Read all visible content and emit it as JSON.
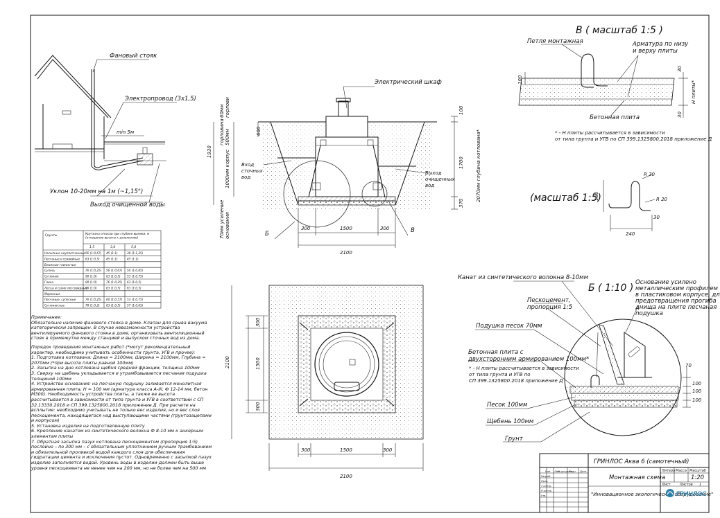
{
  "left_view": {
    "fan_riser": "Фановый стояк",
    "power_cable": "Электропровод (3х1,5)",
    "min_distance": "min 5м",
    "slope": "Уклон 10-20мм на 1м (~1,15°)",
    "outlet": "Выход очищенной воды"
  },
  "section": {
    "cabinet": "Электрический шкаф",
    "inlet": [
      "Вход",
      "сточных",
      "вод"
    ],
    "outlet": [
      "Выход",
      "очищенных",
      "вод"
    ],
    "throat_label": [
      "60мм",
      "горлови"
    ],
    "neck_label": [
      "горловина",
      "500мм"
    ],
    "body_label": "1000мм корпус",
    "depth_label": "2070мм глубина котлована*",
    "base_label": [
      "70мм усиление",
      "основания"
    ],
    "dim_1930": "1930",
    "dim_600": "600",
    "dim_100": "100",
    "dim_1700": "1700",
    "dim_370": "370",
    "dim_300a": "300",
    "dim_1500": "1500",
    "dim_300b": "300",
    "dim_2100": "2100",
    "callout_b": "Б",
    "callout_v": "В"
  },
  "detail_v": {
    "title": "В ( масштаб 1:5 )",
    "loop": "Петля монтажная",
    "rebar": [
      "Арматура по низу",
      "и верху плиты"
    ],
    "slab": "Бетонная плита",
    "dim_100": "100",
    "dim_30a": "30",
    "dim_30b": "30",
    "h_label": "H плиты*",
    "footnote": [
      "* - H плиты рассчитывается в зависимости",
      "от типа грунта и УГВ по СП 399.1325800.2018 приложение Д"
    ]
  },
  "loop_detail": {
    "title": "(масштаб 1:5)",
    "r30": "R 30",
    "r20": "R 20",
    "dim_180": "180",
    "dim_30": "30",
    "dim_240": "240"
  },
  "table": {
    "headers": [
      "Грунты",
      "Крутизна откосов при глубине выемки, м (отношение высоты к заложению)"
    ],
    "subheaders": [
      "1,5",
      "3,0",
      "5,0"
    ],
    "rows": [
      [
        "Насыпные неуплотненные",
        "56 (1:0,67)",
        "45 (1:1)",
        "38 (1:1,25)"
      ],
      [
        "Песчаные и гравийные",
        "63 (1:0,5)",
        "45 (1:1)",
        "45 (1:1)"
      ],
      [
        "Влажные глинистые",
        "",
        "",
        ""
      ],
      [
        "Супесь",
        "76 (1:0,25)",
        "56 (1:0,67)",
        "50 (1:0,85)"
      ],
      [
        "Суглинок",
        "90 (1:0)",
        "63 (1:0,5)",
        "53 (1:0,75)"
      ],
      [
        "Глина",
        "90 (1:0)",
        "76 (1:0,25)",
        "63 (1:0,5)"
      ],
      [
        "Лессы и сухие лессовидные",
        "90 (1:0)",
        "63 (1:0,5)",
        "63 (1:0,5)"
      ],
      [
        "Моренные",
        "",
        "",
        ""
      ],
      [
        "Песчаные, супесные",
        "76 (1:0,25)",
        "60 (1:0,57)",
        "53 (1:0,75)"
      ],
      [
        "Суглинистые",
        "78 (1:0,2)",
        "63 (1:0,5)",
        "57 (1:0,65)"
      ]
    ]
  },
  "notes": {
    "heading": "Примечание:",
    "intro": "Обязательно наличие фанового стояка в доме. Клапан для срыва вакуума категорически запрещен. В случае невозможности устройства вентилируемого фанового стояка в доме, организовать вентиляционный стояк в примежутке между станцией и выпуском сточных вод из дома.",
    "order": "Порядок проведения монтажных работ (*могут рекомендательный характер, необходимо учитывать особенности грунта, УГВ и прочее):",
    "items": [
      "1. Подготовка котлована: Длина = 2100мм, Ширина = 2100мм, Глубина = 2070мм (*при высоте плиты равной 100мм)",
      "2. Засыпка на дно котлована щебня средней фракции, толщина 100мм",
      "3. Сверху на щебень укладывается и утрамбовывается песчаная подушка толщиной 100мм",
      "4. Устройство основания: на песчаную подушку заливается монолитная армированная плита, Н = 100 мм (арматура класса А-III, Ф 12-14 мм, бетон М300). Необходимость устройства плиты, а также ее высота рассчитывается в зависимости от типа грунта и УГВ в соответствии с СП 32.13330.2018 и СП 399.1325800.2018 приложение Д. При расчете на всплытие: необходимо учитывать не только вес изделия, но и вес слоя пескоцемента, находящегося над выступающими частями (грунтозацепами и корпусом)",
      "5. Установка изделия на подготовленную плиту",
      "6. Крепление канатом из синтетического волокна Ф 8-10 мм к анкерным элементам плиты",
      "7. Обратная засыпка пазух котлована пескоцементом (пропорция 1:5) послойно – по 300 мм – с обязательным уплотнением ручным трамбованием и обязательной проливкой водой каждого слоя для обеспечения гидратации цемента и исключения пустот. Одновременно с засыпкой пазух изделие заполняется водой. Уровень воды в изделии должен быть выше уровня пескоцемента не менее чем на 200 мм, но не более чем на 500 мм"
    ]
  },
  "plan": {
    "dim_300a": "300",
    "dim_1500v": "1500",
    "dim_300b": "300",
    "dim_2100v": "2100",
    "dim_300c": "300",
    "dim_1500h": "1500",
    "dim_300d": "300",
    "dim_2100h": "2100"
  },
  "detail_b": {
    "rope": "Канат из синтетического волокна 8-10мм",
    "title": "Б ( 1:10 )",
    "reinforced": [
      "Основание усилено",
      "металлическим профилем",
      "в пластиковом корпусе, для",
      "предотвращения прогиба",
      "днища на плите песчаная",
      "подушка"
    ],
    "sandcement": [
      "Пескоцемент,",
      "пропорция 1:5"
    ],
    "sand_cushion": "Подушка песок 70мм",
    "slab": [
      "Бетонная плита с",
      "двухсторонним армированием 100мм*"
    ],
    "footnote": [
      "* - H плиты рассчитывается в зависимости",
      "от типа грунта и УГВ по",
      "СП 399.1325800.2018 приложение Д"
    ],
    "sand": "Песок 100мм",
    "gravel": "Щебень 100мм",
    "soil": "Грунт",
    "dim_70": "70",
    "dim_100a": "100",
    "dim_100b": "100",
    "dim_100c": "100"
  },
  "title_block": {
    "product": "ГРИНЛОС Аква 6 (самотечный)",
    "sheet_name": "Монтажная схема",
    "company": "\"Инновационное экологическое оборудование\"",
    "lit_header": "Литера",
    "mass_header": "Масса",
    "scale_header": "Масштаб",
    "scale_value": "1:20",
    "sheet_label": "Лист",
    "sheets_label": "Листов",
    "sheets_value": "1",
    "logo_text": "ГРИНЛОС",
    "col_labels": [
      "Изм",
      "Лист",
      "№ докумен.",
      "Подп.",
      "Дата"
    ],
    "row_labels": [
      "Разраб.",
      "Пров.",
      "Т.контр.",
      "Н.контр.",
      "Утв."
    ],
    "accent": "#2a7fa8"
  }
}
